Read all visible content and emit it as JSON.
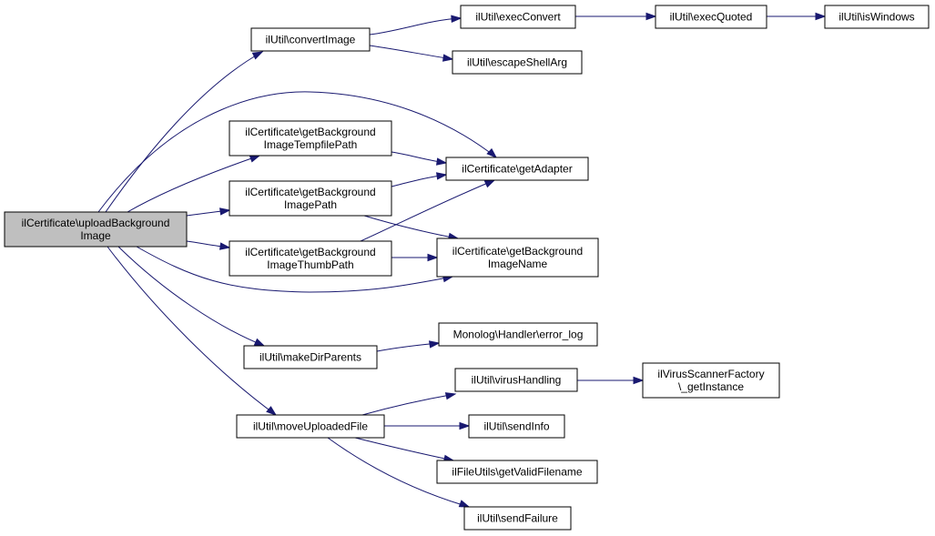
{
  "graph": {
    "nodes": [
      {
        "id": "uploadBackgroundImage",
        "lines": [
          "ilCertificate\\uploadBackground",
          "Image"
        ],
        "root": true
      },
      {
        "id": "convertImage",
        "lines": [
          "ilUtil\\convertImage"
        ]
      },
      {
        "id": "execConvert",
        "lines": [
          "ilUtil\\execConvert"
        ]
      },
      {
        "id": "execQuoted",
        "lines": [
          "ilUtil\\execQuoted"
        ]
      },
      {
        "id": "isWindows",
        "lines": [
          "ilUtil\\isWindows"
        ]
      },
      {
        "id": "escapeShellArg",
        "lines": [
          "ilUtil\\escapeShellArg"
        ]
      },
      {
        "id": "getBackgroundImageTempfilePath",
        "lines": [
          "ilCertificate\\getBackground",
          "ImageTempfilePath"
        ]
      },
      {
        "id": "getAdapter",
        "lines": [
          "ilCertificate\\getAdapter"
        ]
      },
      {
        "id": "getBackgroundImagePath",
        "lines": [
          "ilCertificate\\getBackground",
          "ImagePath"
        ]
      },
      {
        "id": "getBackgroundImageThumbPath",
        "lines": [
          "ilCertificate\\getBackground",
          "ImageThumbPath"
        ]
      },
      {
        "id": "getBackgroundImageName",
        "lines": [
          "ilCertificate\\getBackground",
          "ImageName"
        ]
      },
      {
        "id": "makeDirParents",
        "lines": [
          "ilUtil\\makeDirParents"
        ]
      },
      {
        "id": "error_log",
        "lines": [
          "Monolog\\Handler\\error_log"
        ]
      },
      {
        "id": "moveUploadedFile",
        "lines": [
          "ilUtil\\moveUploadedFile"
        ]
      },
      {
        "id": "virusHandling",
        "lines": [
          "ilUtil\\virusHandling"
        ]
      },
      {
        "id": "getInstance",
        "lines": [
          "ilVirusScannerFactory",
          "\\_getInstance"
        ]
      },
      {
        "id": "sendInfo",
        "lines": [
          "ilUtil\\sendInfo"
        ]
      },
      {
        "id": "getValidFilename",
        "lines": [
          "ilFileUtils\\getValidFilename"
        ]
      },
      {
        "id": "sendFailure",
        "lines": [
          "ilUtil\\sendFailure"
        ]
      }
    ],
    "edges": [
      {
        "from": "uploadBackgroundImage",
        "to": "convertImage"
      },
      {
        "from": "uploadBackgroundImage",
        "to": "getAdapter"
      },
      {
        "from": "uploadBackgroundImage",
        "to": "getBackgroundImageTempfilePath"
      },
      {
        "from": "uploadBackgroundImage",
        "to": "getBackgroundImagePath"
      },
      {
        "from": "uploadBackgroundImage",
        "to": "getBackgroundImageThumbPath"
      },
      {
        "from": "uploadBackgroundImage",
        "to": "getBackgroundImageName"
      },
      {
        "from": "uploadBackgroundImage",
        "to": "makeDirParents"
      },
      {
        "from": "uploadBackgroundImage",
        "to": "moveUploadedFile"
      },
      {
        "from": "convertImage",
        "to": "execConvert"
      },
      {
        "from": "convertImage",
        "to": "escapeShellArg"
      },
      {
        "from": "execConvert",
        "to": "execQuoted"
      },
      {
        "from": "execQuoted",
        "to": "isWindows"
      },
      {
        "from": "getBackgroundImageTempfilePath",
        "to": "getAdapter"
      },
      {
        "from": "getBackgroundImagePath",
        "to": "getAdapter"
      },
      {
        "from": "getBackgroundImagePath",
        "to": "getBackgroundImageName"
      },
      {
        "from": "getBackgroundImageThumbPath",
        "to": "getAdapter"
      },
      {
        "from": "getBackgroundImageThumbPath",
        "to": "getBackgroundImageName"
      },
      {
        "from": "makeDirParents",
        "to": "error_log"
      },
      {
        "from": "moveUploadedFile",
        "to": "virusHandling"
      },
      {
        "from": "moveUploadedFile",
        "to": "sendInfo"
      },
      {
        "from": "moveUploadedFile",
        "to": "getValidFilename"
      },
      {
        "from": "moveUploadedFile",
        "to": "sendFailure"
      },
      {
        "from": "virusHandling",
        "to": "getInstance"
      }
    ],
    "colors": {
      "edge": "#191970",
      "node_border": "#000000",
      "root_fill": "#bfbfbf",
      "node_fill": "#ffffff"
    }
  }
}
